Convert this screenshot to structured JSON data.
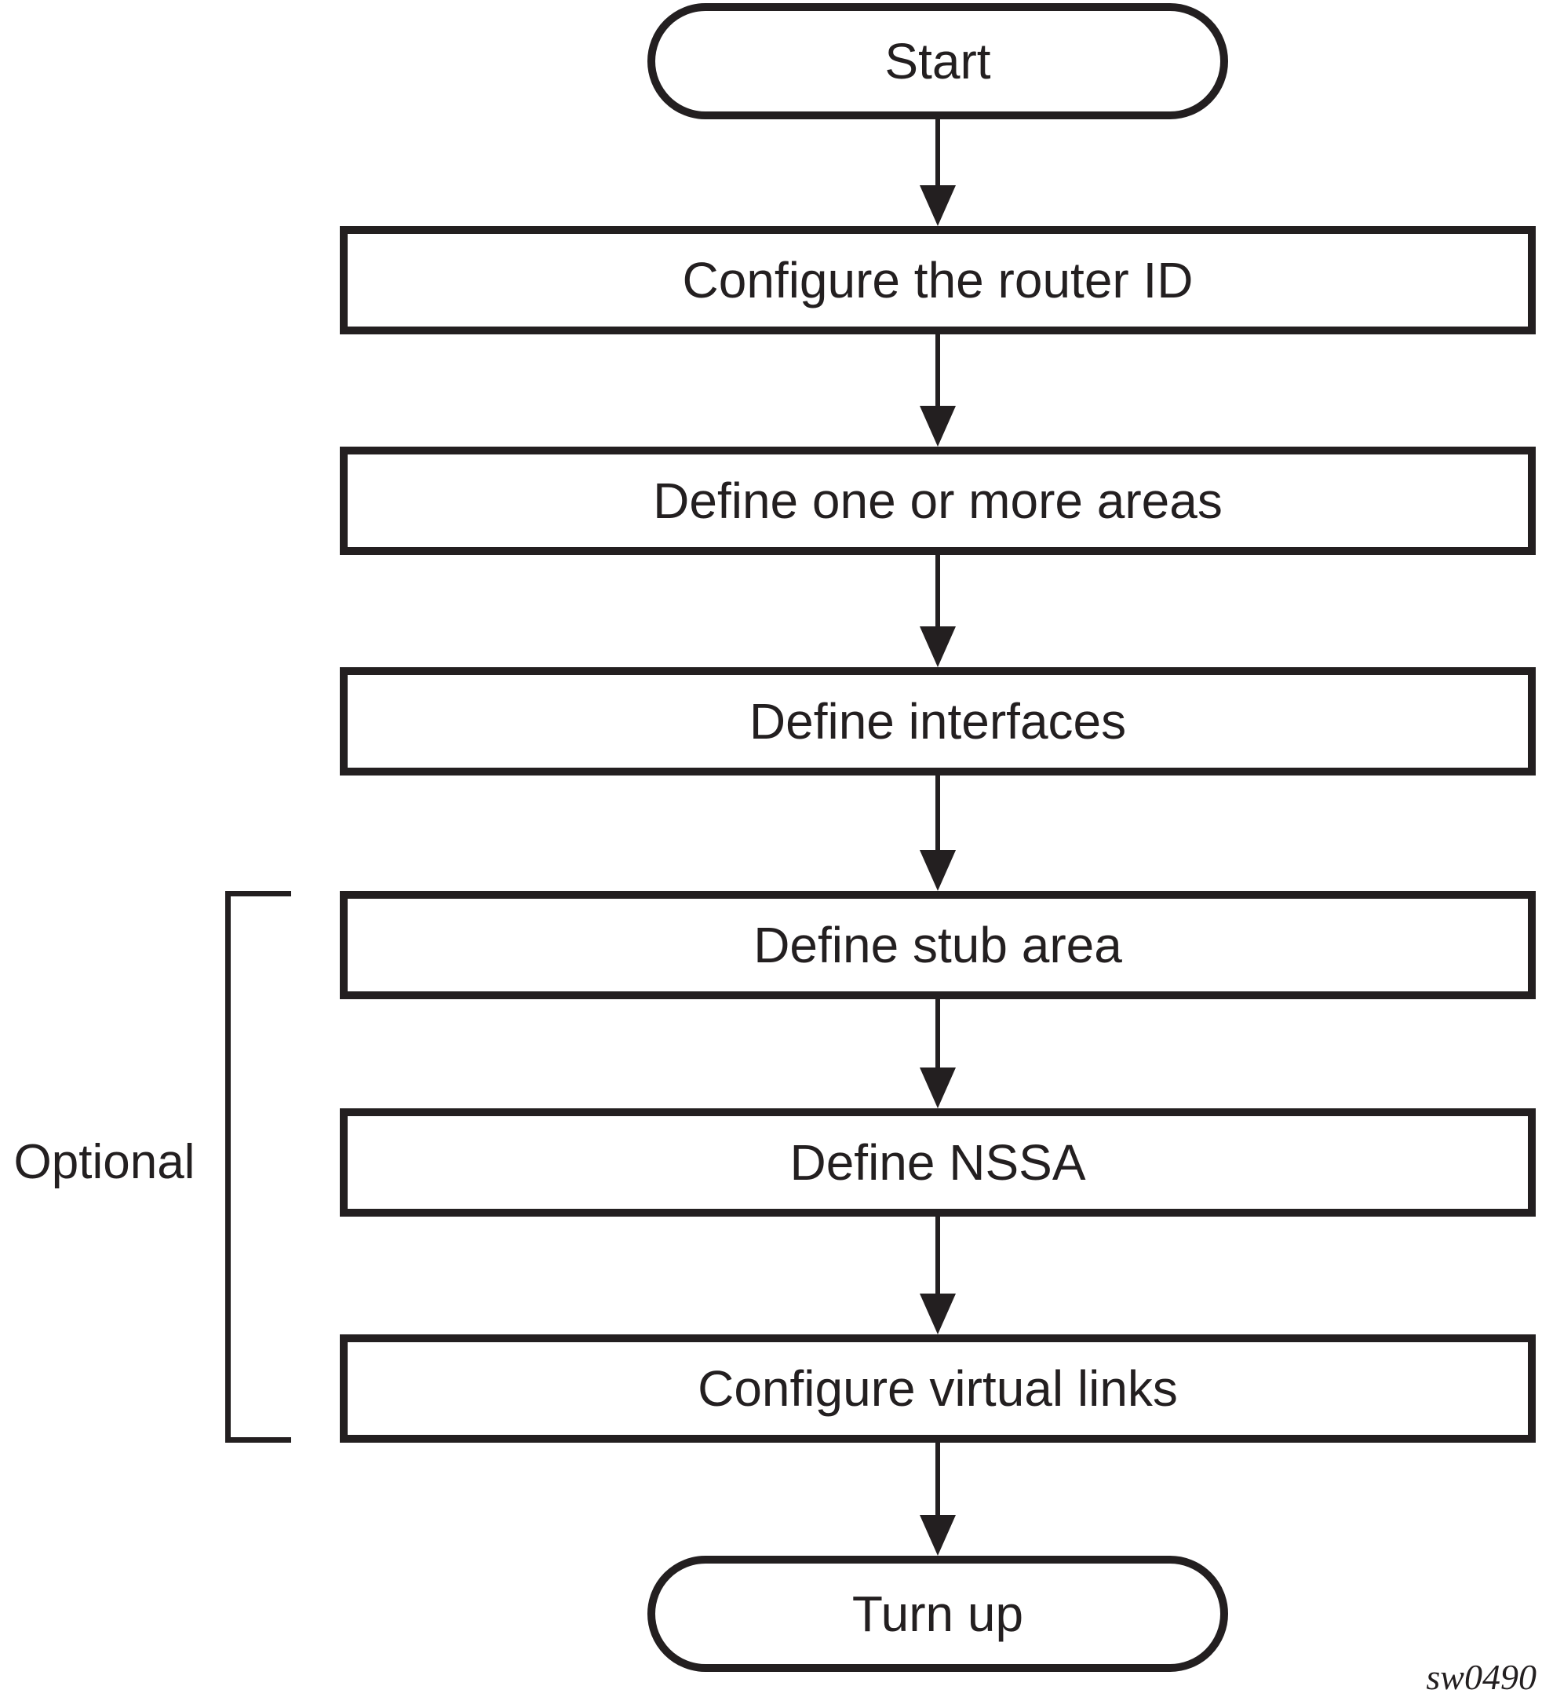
{
  "figure": {
    "type": "flowchart",
    "start_label": "Start",
    "steps": [
      {
        "label": "Configure the router ID",
        "optional": false
      },
      {
        "label": "Define one or more areas",
        "optional": false
      },
      {
        "label": "Define interfaces",
        "optional": false
      },
      {
        "label": "Define stub area",
        "optional": true
      },
      {
        "label": "Define NSSA",
        "optional": true
      },
      {
        "label": "Configure virtual links",
        "optional": true
      }
    ],
    "end_label": "Turn up",
    "optional_group_label": "Optional",
    "watermark": "sw0490"
  },
  "colors": {
    "ink": "#231f20",
    "background": "#ffffff"
  }
}
